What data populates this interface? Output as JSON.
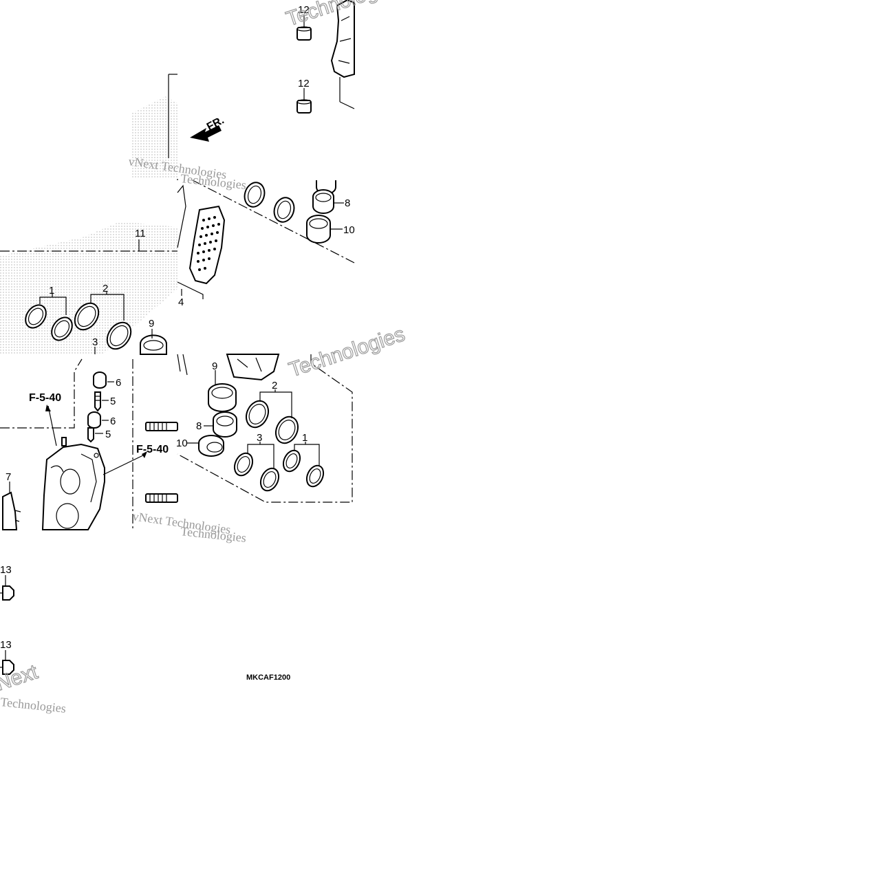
{
  "diagram_code": "MKCAF1200",
  "direction_label": "FR.",
  "reference_labels": [
    "F-5-40",
    "F-5-40"
  ],
  "watermarks": [
    "vNext Technologies",
    "Technologies",
    "Technologies",
    "vNext Technologies",
    "Next",
    "Technologies",
    "Technologies",
    "Technologies"
  ],
  "callouts": {
    "tl_12a": "12",
    "tl_12b": "12",
    "tl_11": "11",
    "tl_1": "1",
    "tl_2": "2",
    "tl_3": "3",
    "tl_9": "9",
    "tm_8": "8",
    "tm_10": "10",
    "tm_4": "4",
    "bl_6a": "6",
    "bl_5a": "5",
    "bl_6b": "6",
    "bl_5b": "5",
    "bl_7": "7",
    "br_9": "9",
    "br_2": "2",
    "br_8": "8",
    "br_10": "10",
    "br_3": "3",
    "br_1": "1",
    "b_13a": "13",
    "b_13b": "13"
  }
}
